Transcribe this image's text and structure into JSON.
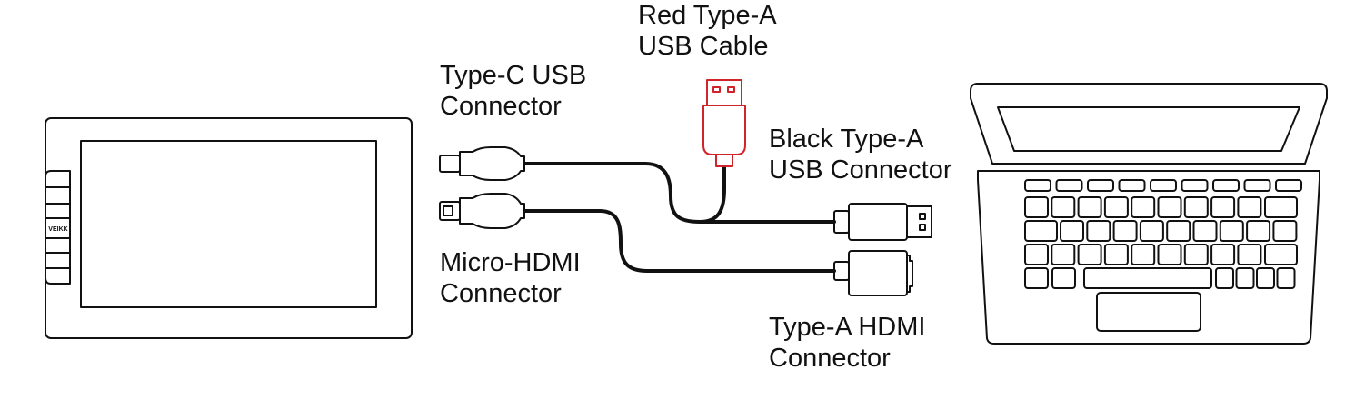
{
  "device": {
    "brand": "VEIKK"
  },
  "labels": {
    "red_usb": [
      "Red Type-A",
      "USB Cable"
    ],
    "type_c": [
      "Type-C USB",
      "Connector"
    ],
    "black_usb": [
      "Black Type-A",
      "USB Connector"
    ],
    "micro_hdmi": [
      "Micro-HDMI",
      "Connector"
    ],
    "hdmi_a": [
      "Type-A HDMI",
      "Connector"
    ]
  },
  "colors": {
    "line": "#111111",
    "red_cable": "#d0232a"
  }
}
